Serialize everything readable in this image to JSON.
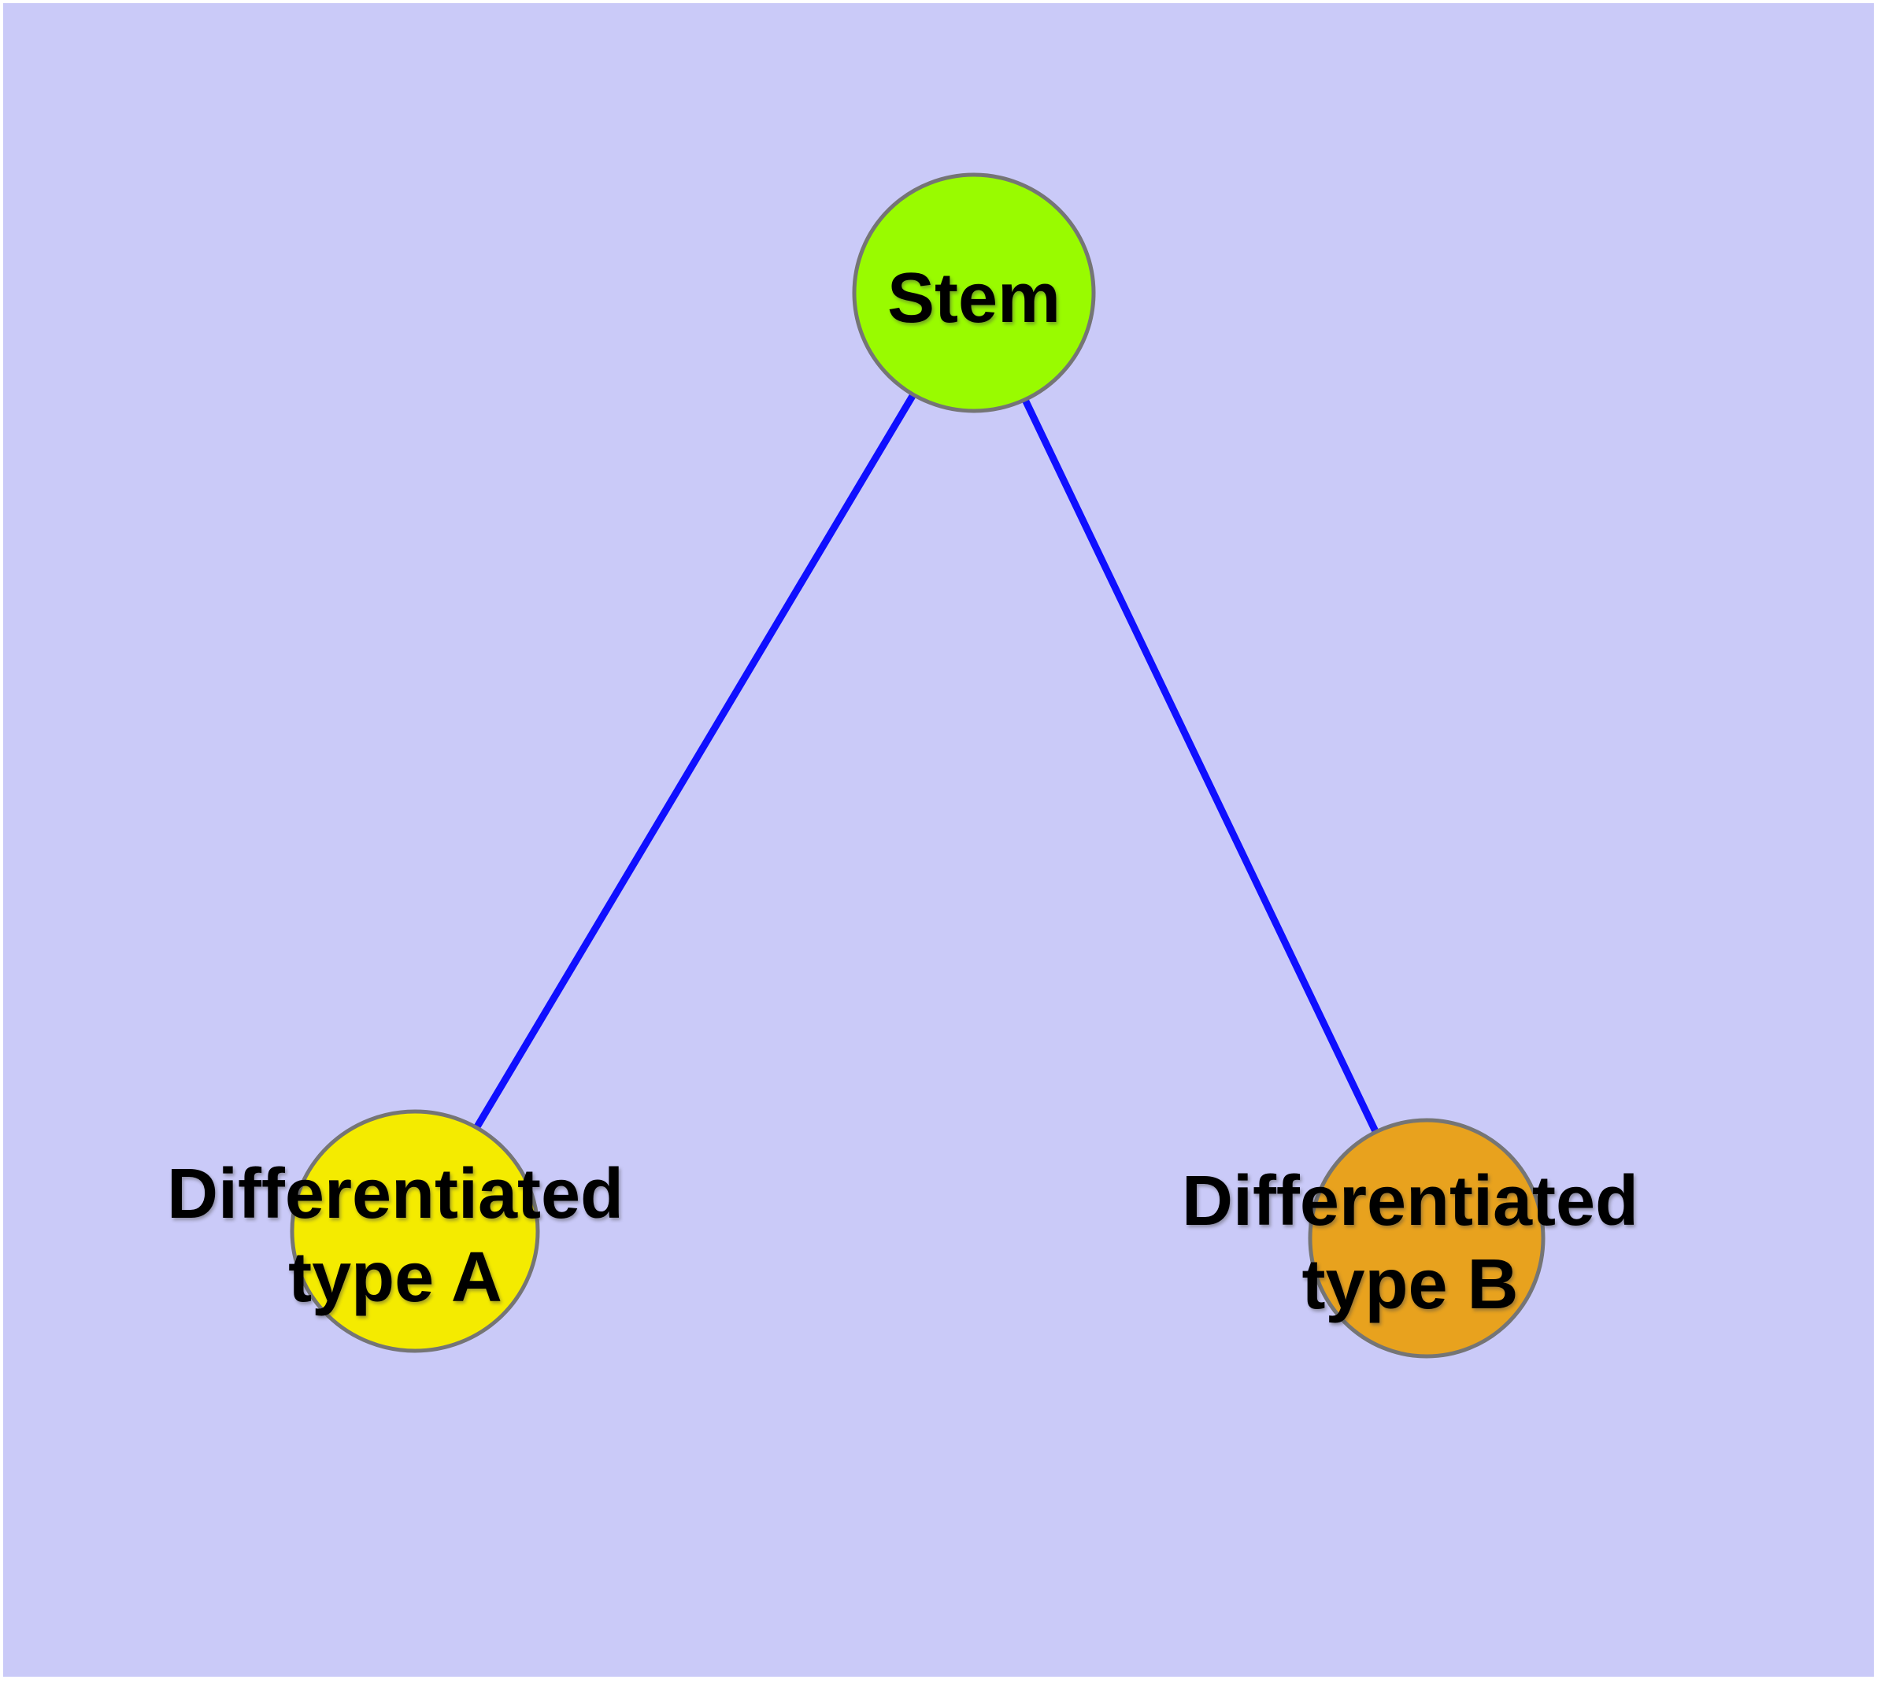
{
  "diagram": {
    "type": "node-link-graph",
    "colors": {
      "background": "#cacaf8",
      "page_border": "#ffffff",
      "edge": "#0f0fff",
      "node_border": "#757575",
      "label_text": "#000000"
    },
    "nodes": [
      {
        "id": "stem",
        "label": "Stem",
        "label_lines": [
          "Stem"
        ],
        "fill": "#99fb00"
      },
      {
        "id": "differentiated-type-a",
        "label": "Differentiated type A",
        "label_lines": [
          "Differentiated",
          "type A"
        ],
        "fill": "#f4eb00"
      },
      {
        "id": "differentiated-type-b",
        "label": "Differentiated type B",
        "label_lines": [
          "Differentiated",
          "type B"
        ],
        "fill": "#e8a21e"
      }
    ],
    "edges": [
      {
        "from": "Stem",
        "to": "Differentiated type A"
      },
      {
        "from": "Stem",
        "to": "Differentiated type B"
      }
    ]
  }
}
